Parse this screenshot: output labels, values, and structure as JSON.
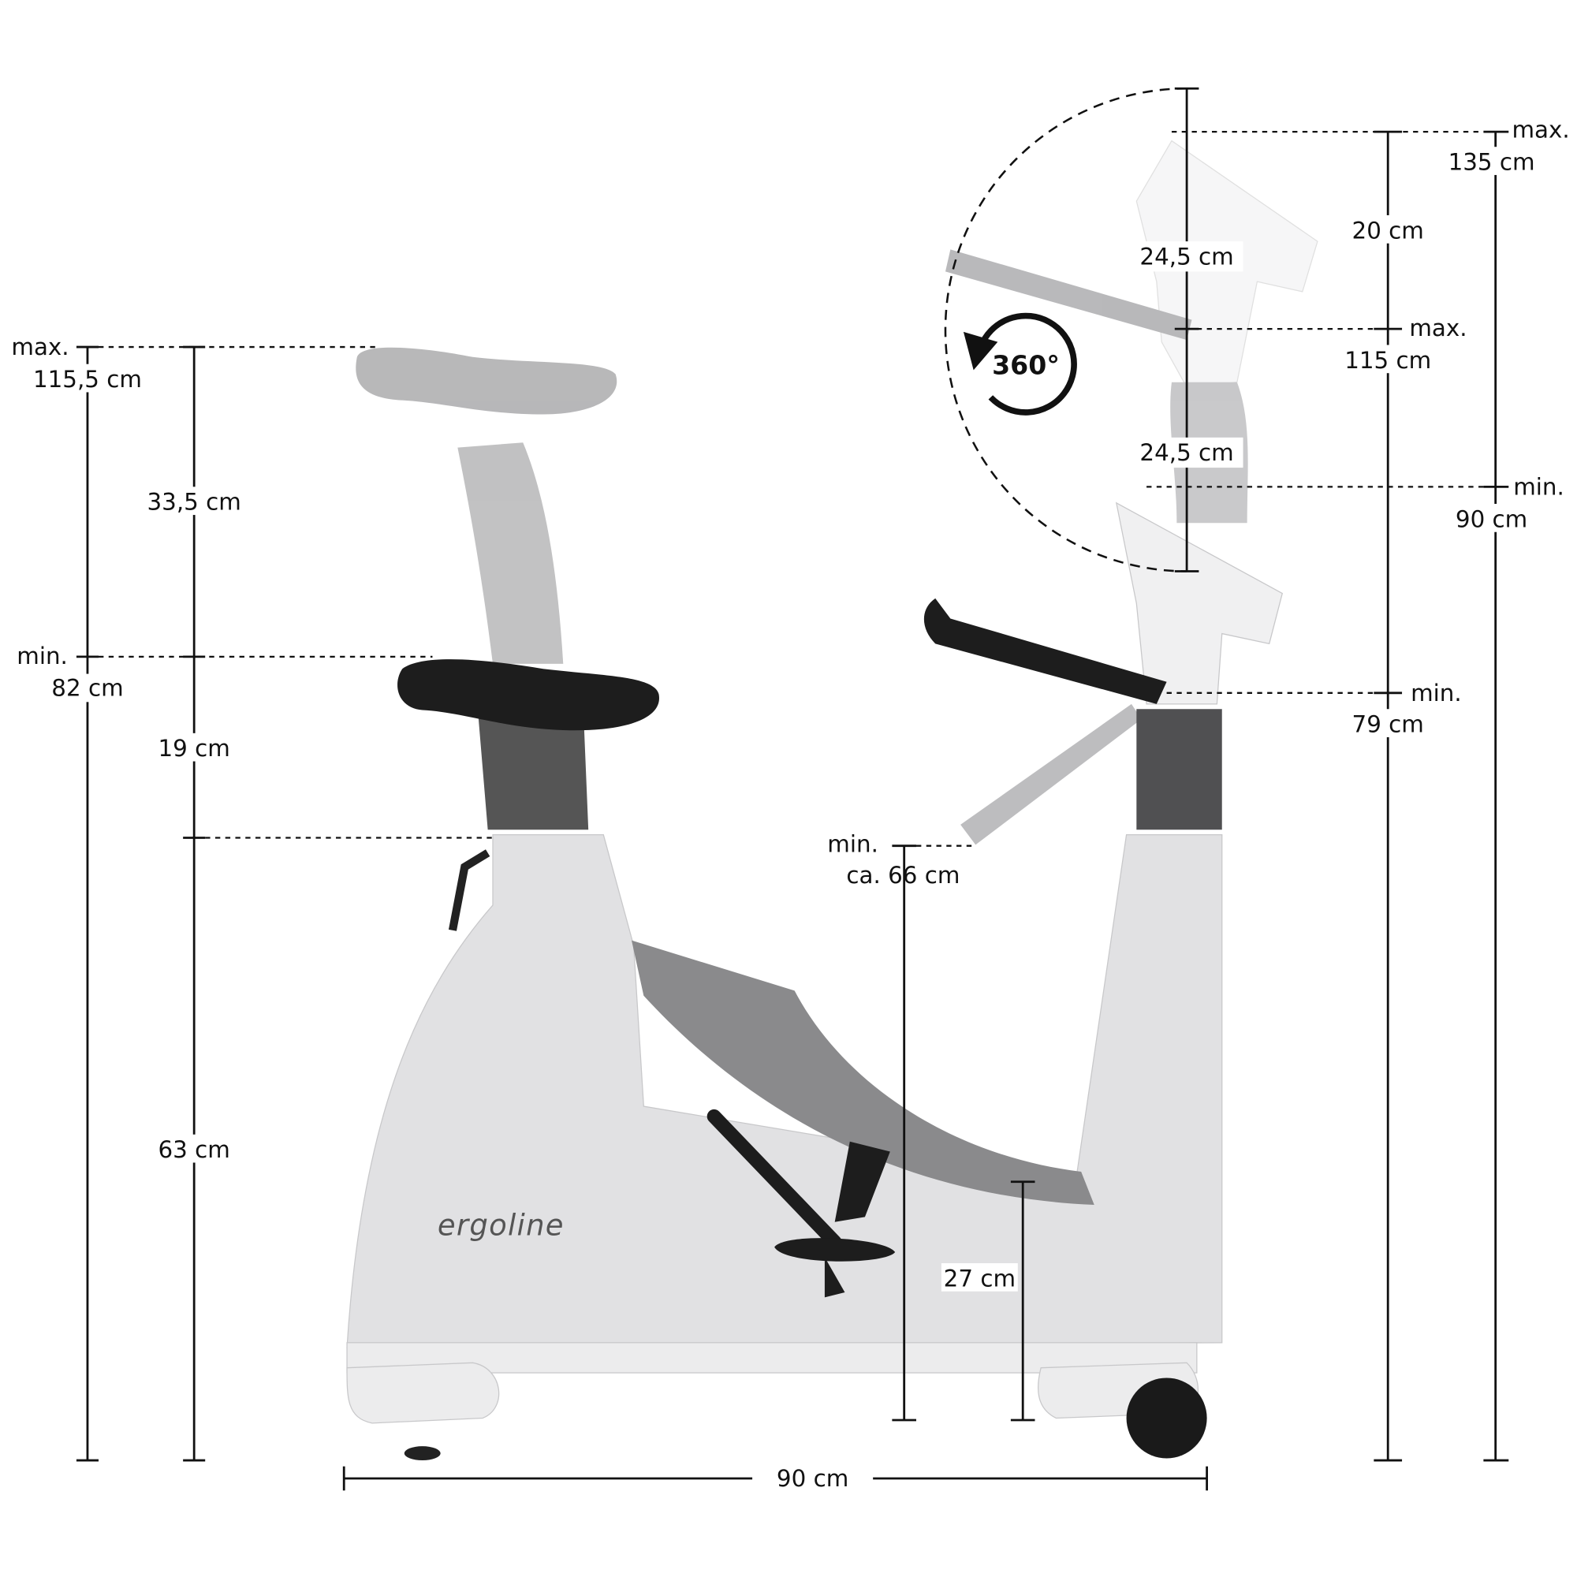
{
  "brand": "ergoline",
  "rotation_label": "360°",
  "seat": {
    "max_label": "max.",
    "max_value": "115,5 cm",
    "min_label": "min.",
    "min_value": "82 cm",
    "adjust_range": "33,5 cm",
    "seat_post": "19 cm",
    "frame_height": "63 cm"
  },
  "handlebar": {
    "min_label": "min.",
    "min_value": "ca. 66 cm",
    "step_height": "27 cm"
  },
  "console": {
    "rotation_radius_top": "24,5 cm",
    "rotation_radius_bottom": "24,5 cm",
    "bar_range": "20 cm",
    "bar_max_label": "max.",
    "bar_max_value": "115 cm",
    "bar_min_label": "min.",
    "bar_min_value": "79 cm",
    "total_max_label": "max.",
    "total_max_value": "135 cm",
    "total_min_label": "min.",
    "total_min_value": "90 cm"
  },
  "length": "90 cm",
  "colors": {
    "body": "#e1e1e3",
    "swoop": "#8a8a8c",
    "ghost": "#b4b4b6",
    "black": "#1a1a1a"
  }
}
